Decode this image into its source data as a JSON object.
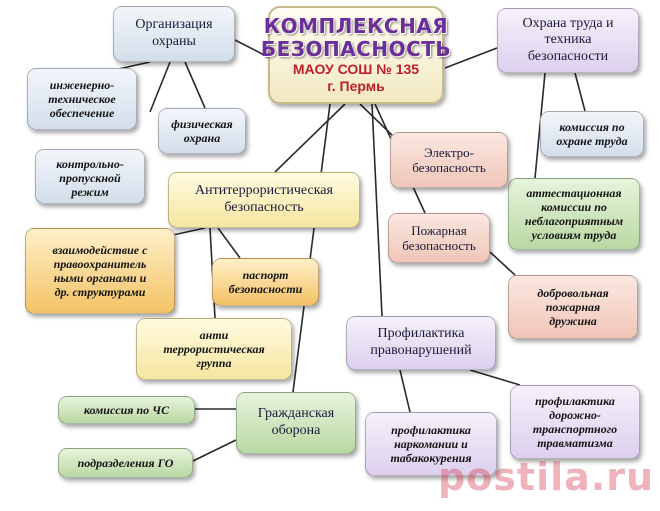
{
  "center": {
    "title_line1": "КОМПЛЕКСНАЯ",
    "title_line2": "БЕЗОПАСНОСТЬ",
    "school": "МАОУ СОШ № 135",
    "city": "г. Пермь"
  },
  "security_org": {
    "title": [
      "Организация",
      "охраны"
    ],
    "engineering": [
      "инженерно-",
      "техническое",
      "обеспечение"
    ],
    "access_control": [
      "контрольно-",
      "пропускной",
      "режим"
    ],
    "physical": [
      "физическая",
      "охрана"
    ]
  },
  "labor": {
    "title": [
      "Охрана труда и",
      "техника",
      "безопасности"
    ],
    "commission": [
      "комиссия  по",
      "охране труда"
    ],
    "attestation": [
      "аттестационная",
      "комиссии по",
      "неблагоприятным",
      "условиям труда"
    ]
  },
  "electro": [
    "Электро-",
    "безопасность"
  ],
  "antiterror": {
    "title": [
      "Антитеррористическая",
      "безопасность"
    ],
    "interaction": [
      "взаимодействие с",
      "правоохранитель",
      "ными органами и",
      "др. структурами"
    ],
    "passport": [
      "паспорт",
      "безопасности"
    ],
    "group": [
      "анти",
      "террористическая",
      "группа"
    ]
  },
  "fire": {
    "title": [
      "Пожарная",
      "безопасность"
    ],
    "brigade": [
      "добровольная",
      "пожарная",
      "дружина"
    ]
  },
  "prevention": {
    "title": [
      "Профилактика",
      "правонарушений"
    ],
    "drugs": [
      "профилактика",
      "наркомании и",
      "табакокурения"
    ],
    "traffic": [
      "профилактика",
      "дорожно-",
      "транспортного",
      "травматизма"
    ]
  },
  "civil_defense": {
    "title": [
      "Гражданская",
      "оборона"
    ],
    "emergency": "комиссия по ЧС",
    "units": "подразделения ГО"
  },
  "watermark": "postila.ru",
  "colors": {
    "title": "#6a2f98",
    "school": "#c01d2a",
    "lines": "#2a2a2a"
  }
}
